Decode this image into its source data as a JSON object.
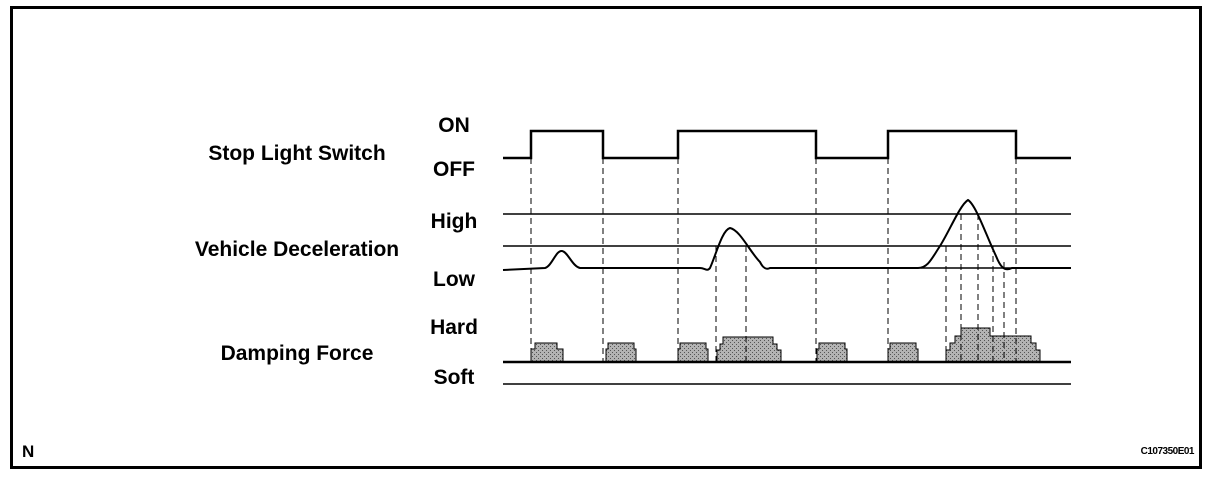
{
  "rows": {
    "stop_light": {
      "label": "Stop Light Switch",
      "upper_state": "ON",
      "lower_state": "OFF"
    },
    "deceleration": {
      "label": "Vehicle Deceleration",
      "upper_state": "High",
      "lower_state": "Low"
    },
    "damping": {
      "label": "Damping Force",
      "upper_state": "Hard",
      "lower_state": "Soft"
    }
  },
  "corner_mark": "N",
  "diagram_code": "C107350E01",
  "colors": {
    "ink": "#000000",
    "damping_fill": "#b3b3b3"
  }
}
